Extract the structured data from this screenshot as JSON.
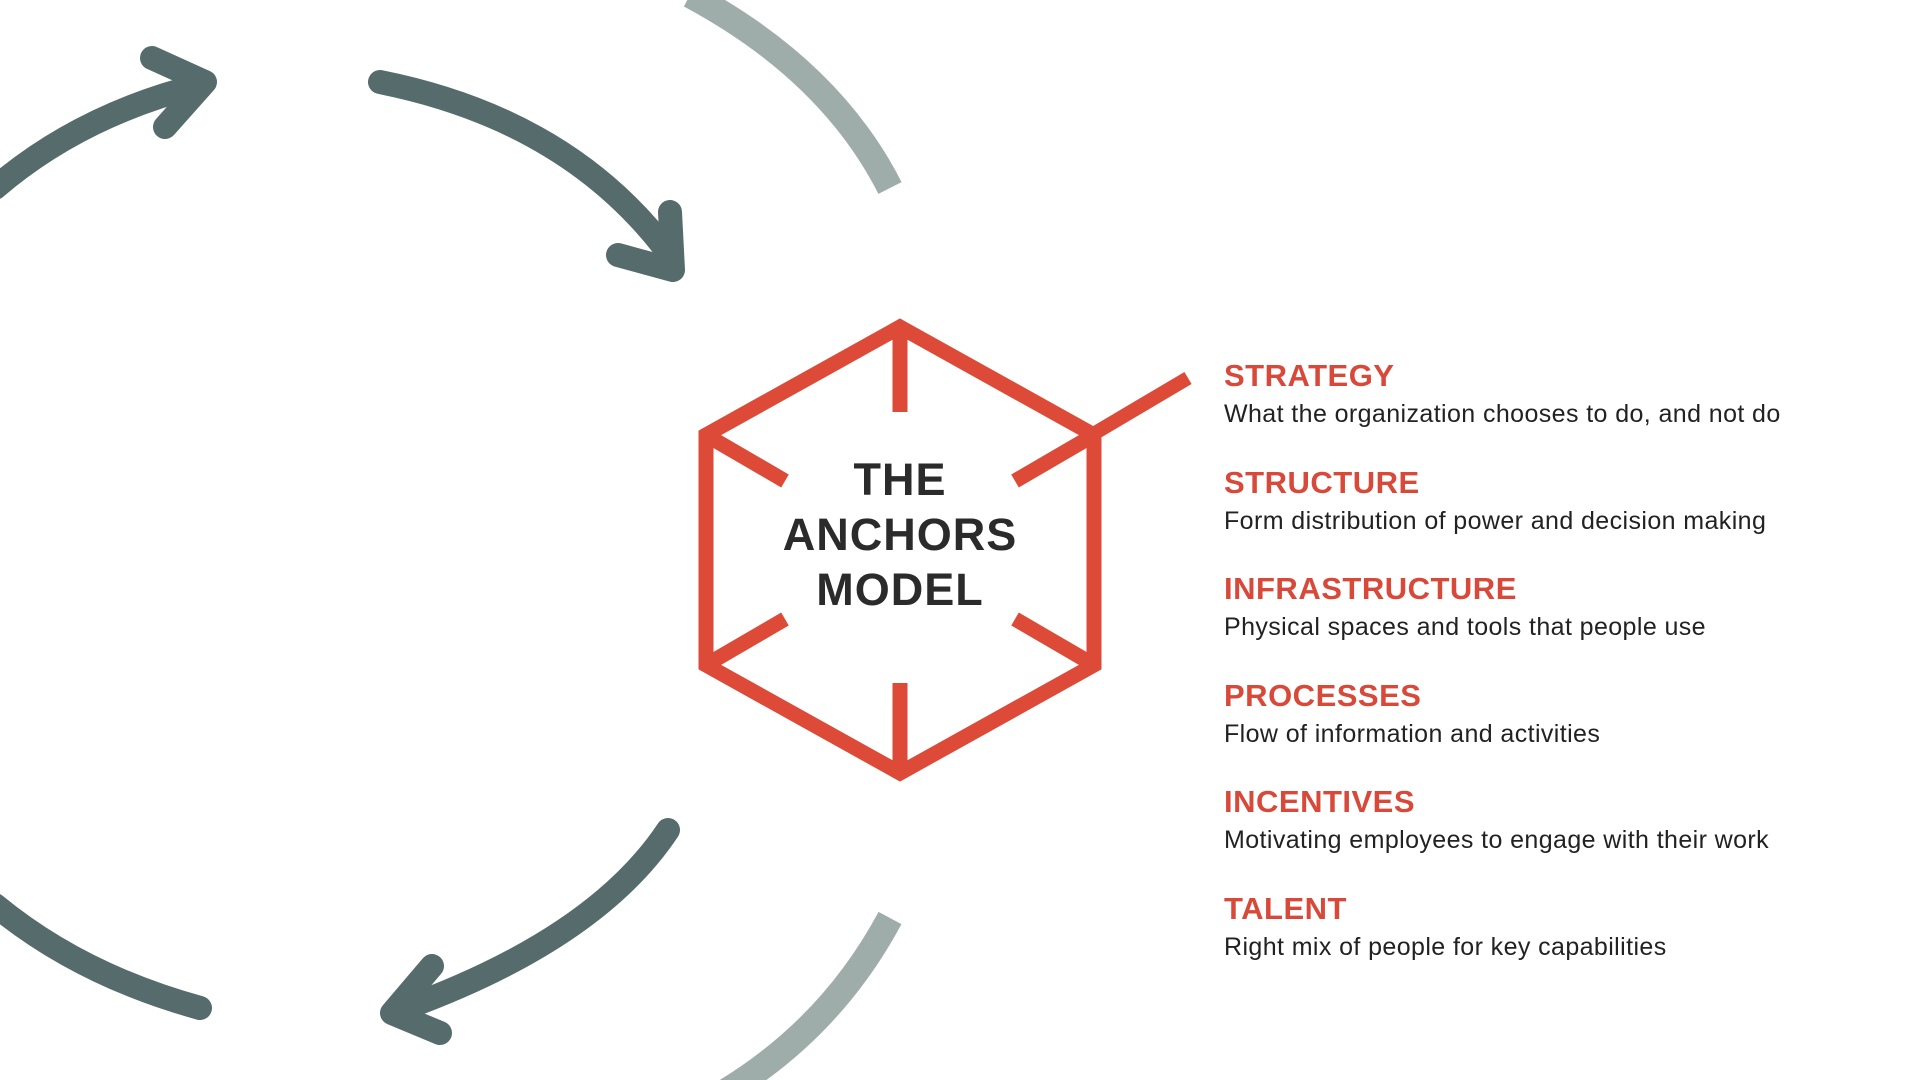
{
  "title": {
    "line1": "THE",
    "line2": "ANCHORS",
    "line3": "MODEL"
  },
  "anchors": [
    {
      "name": "STRATEGY",
      "description": "What the organization chooses to do, and not do"
    },
    {
      "name": "STRUCTURE",
      "description": "Form distribution of power and decision making"
    },
    {
      "name": "INFRASTRUCTURE",
      "description": "Physical spaces and tools that people use"
    },
    {
      "name": "PROCESSES",
      "description": "Flow of information and activities"
    },
    {
      "name": "INCENTIVES",
      "description": "Motivating employees to engage with their work"
    },
    {
      "name": "TALENT",
      "description": "Right mix of people for key capabilities"
    }
  ],
  "colors": {
    "accent_red": "#dd4a38",
    "arrow_dark": "#566b6c",
    "arc_light": "#9fadaa",
    "title_text": "#2b2b2b",
    "body_text": "#222222"
  },
  "icons": [
    "curved-arrow-icon",
    "anchor-hexagon-icon"
  ]
}
